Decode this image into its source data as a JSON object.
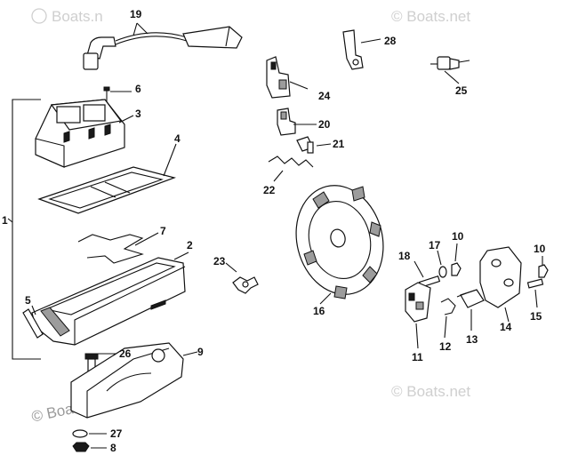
{
  "watermark": {
    "text": "© Boats.net",
    "text_prefix": "Boats.n"
  },
  "callouts": {
    "c1": "1",
    "c2": "2",
    "c3": "3",
    "c4": "4",
    "c5": "5",
    "c6": "6",
    "c7": "7",
    "c8": "8",
    "c9": "9",
    "c10a": "10",
    "c10b": "10",
    "c11": "11",
    "c12": "12",
    "c13": "13",
    "c14": "14",
    "c15": "15",
    "c16": "16",
    "c17": "17",
    "c18": "18",
    "c19": "19",
    "c20": "20",
    "c21": "21",
    "c22": "22",
    "c23": "23",
    "c24": "24",
    "c25": "25",
    "c26": "26",
    "c27": "27",
    "c28": "28"
  }
}
